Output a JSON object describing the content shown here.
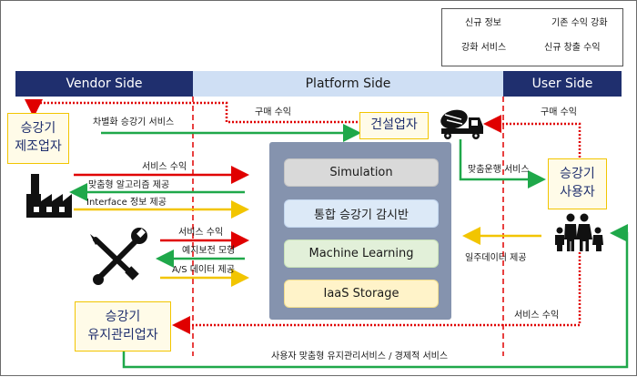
{
  "legend": {
    "new_info": "신규 정보",
    "existing_revenue_up": "기존 수익 강화",
    "service_up": "강화 서비스",
    "new_revenue": "신규 창출 수익"
  },
  "headers": {
    "vendor": "Vendor Side",
    "platform": "Platform Side",
    "user": "User Side"
  },
  "actors": {
    "elevator_maker": [
      "승강기",
      "제조업자"
    ],
    "builder": "건설업자",
    "elevator_user": [
      "승강기",
      "사용자"
    ],
    "maintenance": [
      "승강기",
      "유지관리업자"
    ]
  },
  "platform_modules": [
    "Simulation",
    "통합 승강기 감시반",
    "Machine Learning",
    "IaaS Storage"
  ],
  "flows": {
    "purchase_revenue_left": "구매 수익",
    "differentiated_service": "차별화 승강기 서비스",
    "purchase_revenue_right": "구매 수익",
    "custom_operation_service": "맞춤운행 서비스",
    "maker_service_revenue": "서비스 수익",
    "custom_algorithm": "맞춤형 알고리즘 제공",
    "interface_info": "Interface 정보 제공",
    "maint_service_revenue": "서비스 수익",
    "predictive_model": "예지보전 모형",
    "as_data": "A/S 데이터 제공",
    "operation_data": "일주데이터 제공",
    "user_service_revenue": "서비스 수익",
    "user_custom_maintenance": "사용자 맞춤형 유지관리서비스 / 경제적 서비스"
  },
  "colors": {
    "navy": "#1f2f6e",
    "red": "#e00000",
    "green": "#1fa84a",
    "yellow": "#f2c500",
    "box_fill": "#fffbe8",
    "platform_panel": "#8593ae"
  },
  "icons": [
    "factory-icon",
    "concrete-mixer-truck-icon",
    "family-icon",
    "wrench-screwdriver-icon"
  ]
}
